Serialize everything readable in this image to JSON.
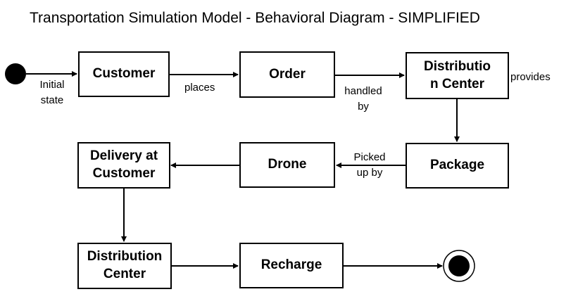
{
  "title": "Transportation Simulation Model - Behavioral Diagram - SIMPLIFIED",
  "nodes": {
    "customer": "Customer",
    "order": "Order",
    "distribution_center_top": "Distribution Center",
    "package": "Package",
    "drone": "Drone",
    "delivery": "Delivery at Customer",
    "distribution_center_bottom": "Distribution Center",
    "recharge": "Recharge"
  },
  "edge_labels": {
    "initial_state": "Initial state",
    "places": "places",
    "handled_by": "handled by",
    "provides": "provides",
    "picked_up_by": "Picked up by"
  },
  "colors": {
    "line": "#000000",
    "fill": "#ffffff"
  }
}
